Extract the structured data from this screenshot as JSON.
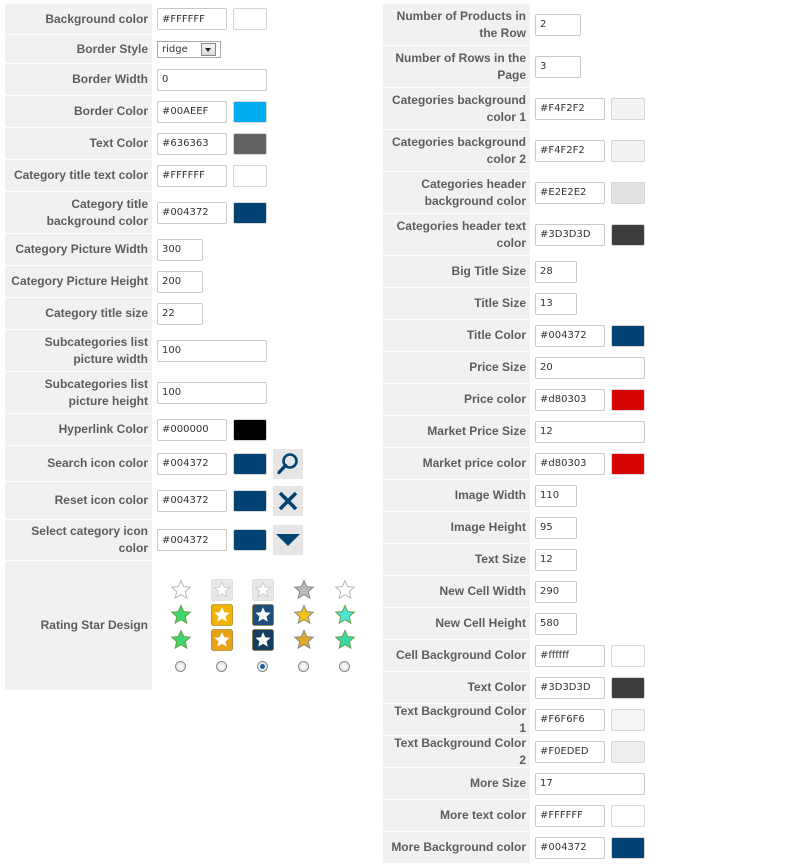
{
  "left": {
    "rows": [
      {
        "label": "Background color",
        "value": "#FFFFFF",
        "swatch": "#FFFFFF"
      },
      {
        "label": "Border Style",
        "value": "ridge"
      },
      {
        "label": "Border Width",
        "value": "0"
      },
      {
        "label": "Border Color",
        "value": "#00AEEF",
        "swatch": "#00AEEF"
      },
      {
        "label": "Text Color",
        "value": "#636363",
        "swatch": "#636363"
      },
      {
        "label": "Category title text color",
        "value": "#FFFFFF",
        "swatch": "#FFFFFF"
      },
      {
        "label": "Category title background color",
        "value": "#004372",
        "swatch": "#004372"
      },
      {
        "label": "Category Picture Width",
        "value": "300"
      },
      {
        "label": "Category Picture Height",
        "value": "200"
      },
      {
        "label": "Category title size",
        "value": "22"
      },
      {
        "label": "Subcategories list picture width",
        "value": "100"
      },
      {
        "label": "Subcategories list picture height",
        "value": "100"
      },
      {
        "label": "Hyperlink Color",
        "value": "#000000",
        "swatch": "#000000"
      },
      {
        "label": "Search icon color",
        "value": "#004372",
        "swatch": "#004372",
        "icon": "search-icon"
      },
      {
        "label": "Reset icon color",
        "value": "#004372",
        "swatch": "#004372",
        "icon": "close-icon"
      },
      {
        "label": "Select category icon color",
        "value": "#004372",
        "swatch": "#004372",
        "icon": "chevron-down-icon"
      },
      {
        "label": "Rating Star Design"
      }
    ],
    "rating": {
      "selected_index": 2,
      "designs": [
        {
          "name": "outline-star",
          "colors": [
            "#ffffff",
            "#3ed66b",
            "#3ed66b"
          ]
        },
        {
          "name": "box-star-gold",
          "colors": [
            "#e8e8e8",
            "#f0b400",
            "#e8a21a"
          ]
        },
        {
          "name": "box-star-navy",
          "colors": [
            "#e8e8e8",
            "#1f4e7a",
            "#163c5f"
          ]
        },
        {
          "name": "glossy-star",
          "colors": [
            "#b9b9b9",
            "#f2c21b",
            "#e0a82a"
          ]
        },
        {
          "name": "outline-star-cyan",
          "colors": [
            "#ffffff",
            "#4de3d8",
            "#3ad8a8"
          ]
        }
      ]
    }
  },
  "right": {
    "rows": [
      {
        "label": "Number of Products in the Row",
        "value": "2"
      },
      {
        "label": "Number of Rows in the Page",
        "value": "3"
      },
      {
        "label": "Categories background color 1",
        "value": "#F4F2F2",
        "swatch": "#F4F2F2"
      },
      {
        "label": "Categories background color 2",
        "value": "#F4F2F2",
        "swatch": "#F4F2F2"
      },
      {
        "label": "Categories header background color",
        "value": "#E2E2E2",
        "swatch": "#E2E2E2"
      },
      {
        "label": "Categories header text color",
        "value": "#3D3D3D",
        "swatch": "#3D3D3D"
      },
      {
        "label": "Big Title Size",
        "value": "28"
      },
      {
        "label": "Title Size",
        "value": "13"
      },
      {
        "label": "Title Color",
        "value": "#004372",
        "swatch": "#004372"
      },
      {
        "label": "Price Size",
        "value": "20"
      },
      {
        "label": "Price color",
        "value": "#d80303",
        "swatch": "#d80303"
      },
      {
        "label": "Market Price Size",
        "value": "12"
      },
      {
        "label": "Market price color",
        "value": "#d80303",
        "swatch": "#d80303"
      },
      {
        "label": "Image Width",
        "value": "110"
      },
      {
        "label": "Image Height",
        "value": "95"
      },
      {
        "label": "Text Size",
        "value": "12"
      },
      {
        "label": "New Cell Width",
        "value": "290"
      },
      {
        "label": "New Cell Height",
        "value": "580"
      },
      {
        "label": "Cell Background Color",
        "value": "#ffffff",
        "swatch": "#ffffff"
      },
      {
        "label": "Text Color",
        "value": "#3D3D3D",
        "swatch": "#3D3D3D"
      },
      {
        "label": "Text Background Color 1",
        "value": "#F6F6F6",
        "swatch": "#F6F6F6"
      },
      {
        "label": "Text Background Color 2",
        "value": "#F0EDED",
        "swatch": "#F0EDED"
      },
      {
        "label": "More Size",
        "value": "17"
      },
      {
        "label": "More text color",
        "value": "#FFFFFF",
        "swatch": "#FFFFFF"
      },
      {
        "label": "More Background color",
        "value": "#004372",
        "swatch": "#004372"
      }
    ]
  }
}
